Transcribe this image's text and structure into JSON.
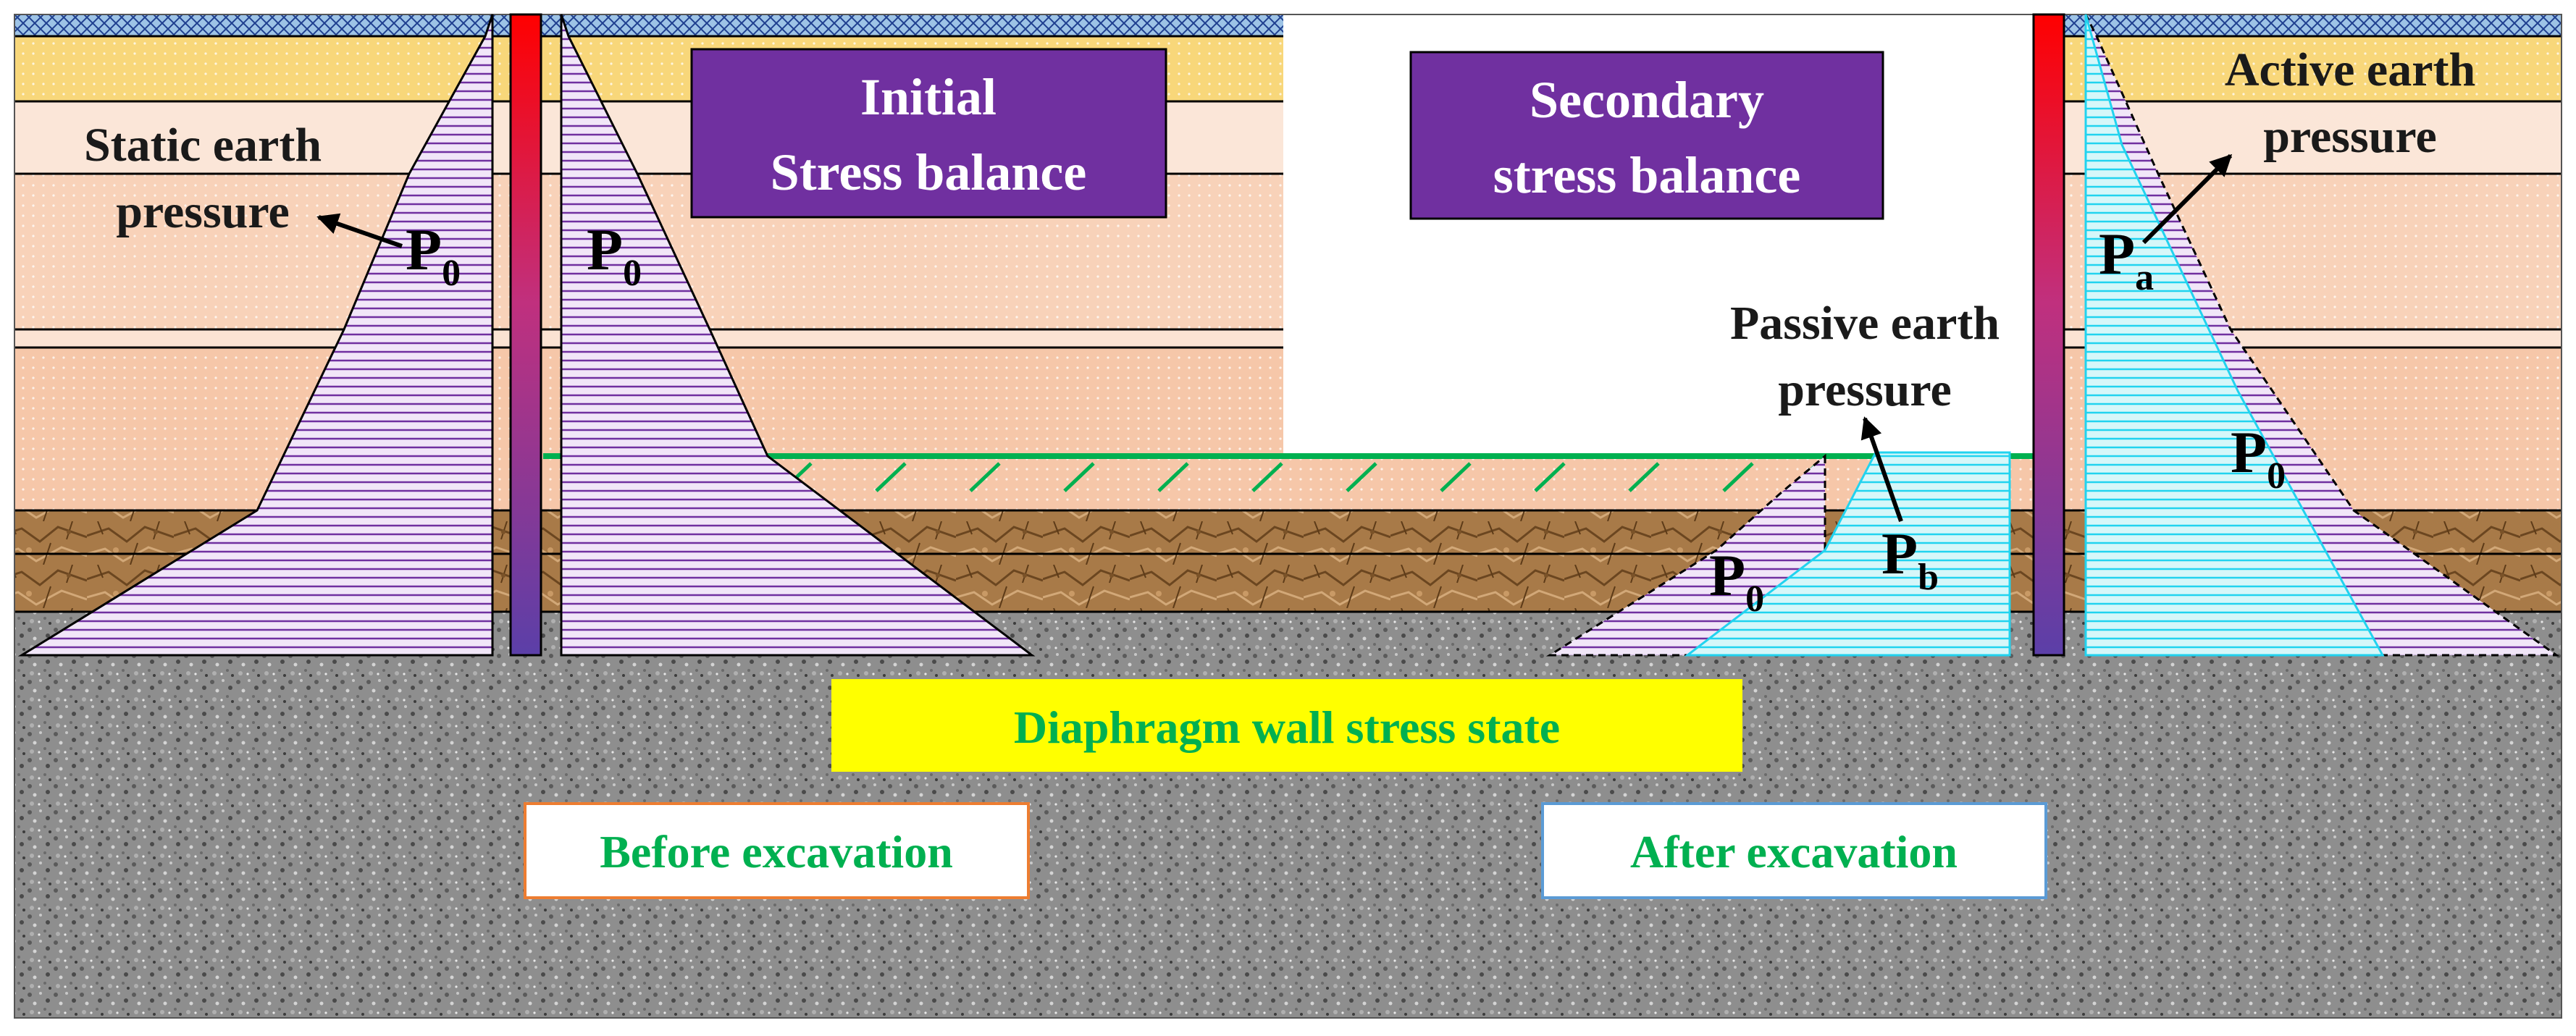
{
  "labels": {
    "static_earth_pressure": [
      "Static earth",
      "pressure"
    ],
    "initial_stress_balance": [
      "Initial",
      "Stress balance"
    ],
    "secondary_stress_balance": [
      "Secondary",
      "stress balance"
    ],
    "active_earth_pressure": [
      "Active earth",
      "pressure"
    ],
    "passive_earth_pressure": [
      "Passive earth",
      "pressure"
    ],
    "diaphragm_wall_stress_state": "Diaphragm wall stress state",
    "before_excavation": "Before excavation",
    "after_excavation": "After excavation"
  },
  "pressure_symbols": {
    "p0_left_outer": {
      "main": "P",
      "sub": "0"
    },
    "p0_left_inner": {
      "main": "P",
      "sub": "0"
    },
    "pa": {
      "main": "P",
      "sub": "a"
    },
    "p0_right": {
      "main": "P",
      "sub": "0"
    },
    "p0_passive": {
      "main": "P",
      "sub": "0"
    },
    "pb": {
      "main": "P",
      "sub": "b"
    }
  },
  "colors": {
    "title_box_fill": "#7030a0",
    "title_text": "#ffffff",
    "caption_box_fill": "#ffff00",
    "caption_text": "#00b050",
    "before_box_border": "#ed7d31",
    "after_box_border": "#5b9bd5",
    "p0_fill": "#efe3f6",
    "p0_hatch": "#7030a0",
    "active_passive_fill": "#c9f5f8",
    "active_passive_hatch": "#21d3ef",
    "ground_line": "#00b050",
    "soil_light": "#fbe3d3",
    "soil_dark_tan": "#f6c7a9",
    "soil_yellow": "#f8d77a",
    "rock": "#a3713d",
    "gravel": "#8e8e8e"
  }
}
